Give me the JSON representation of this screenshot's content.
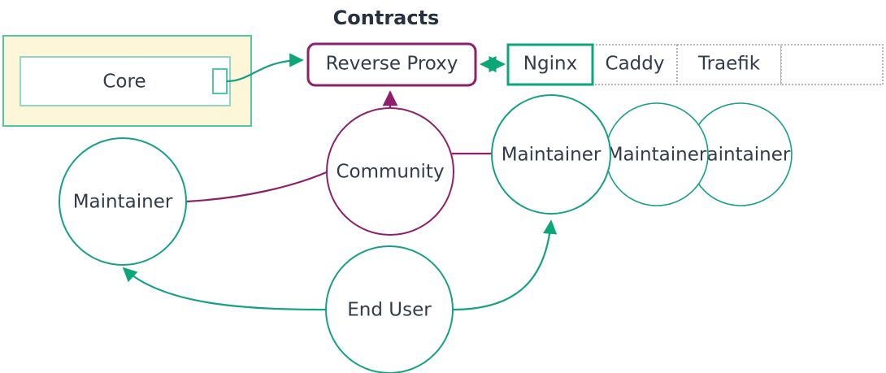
{
  "diagram": {
    "title": "Contracts",
    "colors": {
      "teal": "#0ca678",
      "teal_stroke": "#16a085",
      "purple": "#8e1f6b",
      "text": "#333c4a",
      "title_text": "#27313f",
      "core_fill": "#fdf6d8",
      "core_border": "#4ec9a4",
      "box_white": "#ffffff",
      "dotted_border": "#9aa0a6"
    },
    "core_group": {
      "name": "Core",
      "label": "Core"
    },
    "reverse_proxy": {
      "label": "Reverse Proxy"
    },
    "tabs": [
      {
        "label": "Nginx",
        "active": true
      },
      {
        "label": "Caddy",
        "active": false
      },
      {
        "label": "Traefik",
        "active": false
      },
      {
        "label": "",
        "active": false
      }
    ],
    "circles": [
      {
        "id": "maintainer-left",
        "label": "Maintainer",
        "color": "teal"
      },
      {
        "id": "community",
        "label": "Community",
        "color": "purple"
      },
      {
        "id": "maintainer-1",
        "label": "Maintainer",
        "color": "teal"
      },
      {
        "id": "maintainer-2",
        "label": "Maintainer",
        "color": "teal"
      },
      {
        "id": "maintainer-3",
        "label": "Maintainer",
        "color": "teal"
      },
      {
        "id": "end-user",
        "label": "End User",
        "color": "teal"
      }
    ],
    "connections": [
      {
        "from": "Core",
        "to": "Reverse Proxy",
        "style": "arrow",
        "color": "teal"
      },
      {
        "from": "Reverse Proxy",
        "to": "Nginx",
        "style": "double-arrow",
        "color": "teal"
      },
      {
        "from": "Community",
        "to": "Reverse Proxy",
        "style": "arrow",
        "color": "purple"
      },
      {
        "from": "Maintainer",
        "to": "Community",
        "style": "line",
        "color": "purple"
      },
      {
        "from": "Community",
        "to": "Maintainer",
        "style": "line",
        "color": "purple"
      },
      {
        "from": "End User",
        "to": "Maintainer",
        "style": "arrow",
        "color": "teal"
      },
      {
        "from": "End User",
        "to": "Maintainer",
        "style": "arrow",
        "color": "teal"
      }
    ]
  }
}
